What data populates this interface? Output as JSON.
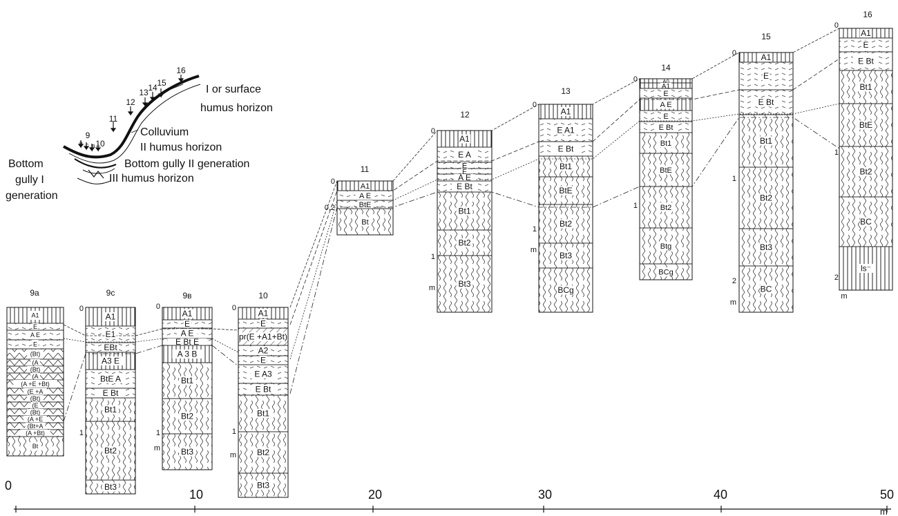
{
  "inset": {
    "profile_numbers": [
      "9",
      "10",
      "11",
      "12",
      "13",
      "14",
      "15",
      "16"
    ],
    "sub_marks": [
      "a",
      "c",
      "в"
    ],
    "labels": {
      "surface_1": "I or surface",
      "surface_2": "humus horizon",
      "colluvium": "Colluvium",
      "humus_2": "II humus horizon",
      "gully_2": "Bottom gully II generation",
      "humus_3": "III humus horizon",
      "gully_1a": "Bottom",
      "gully_1b": "gully I",
      "gully_1c": "generation"
    }
  },
  "x_axis": {
    "ticks": [
      "0",
      "10",
      "20",
      "30",
      "40",
      "50"
    ],
    "unit": "m"
  },
  "profiles": [
    {
      "title": "9a",
      "depth_labels": [],
      "horizons": [
        "A1",
        "E",
        "A  E",
        "E",
        "(Bt)",
        "(A",
        "(Bt)",
        "(A",
        "(A  +E  +Bt)",
        "(E  +A",
        "(Bt)",
        "(E",
        "(Bt)",
        "(A  +E",
        "(Bt+A",
        "(A  +Bt)",
        "Bt"
      ]
    },
    {
      "title": "9c",
      "depth_labels": [
        "0",
        "1"
      ],
      "horizons": [
        "A1",
        "E1",
        "EBt",
        "A3  E",
        "BtE  A",
        "E  Bt",
        "Bt1",
        "Bt2",
        "Bt3"
      ]
    },
    {
      "title": "9в",
      "depth_labels": [
        "0",
        "1",
        "m"
      ],
      "horizons": [
        "A1",
        "E",
        "A  E",
        "E  Bt  E",
        "A 3  B",
        "Bt1",
        "Bt2",
        "Bt3"
      ]
    },
    {
      "title": "10",
      "depth_labels": [
        "0",
        "1",
        "m"
      ],
      "horizons": [
        "A1",
        "E",
        "pr(E  +A1+Bt)",
        "A2",
        "E",
        "E  A3",
        "E  Bt",
        "Bt1",
        "Bt2",
        "Bt3"
      ]
    },
    {
      "title": "11",
      "depth_labels": [
        "0",
        "0,2"
      ],
      "horizons": [
        "A1",
        "A  E",
        "BtE",
        "Bt"
      ]
    },
    {
      "title": "12",
      "depth_labels": [
        "0",
        "1",
        "m"
      ],
      "horizons": [
        "A1",
        "E  A",
        "E",
        "E",
        "A  E",
        "E  Bt",
        "Bt1",
        "Bt2",
        "Bt3"
      ]
    },
    {
      "title": "13",
      "depth_labels": [
        "0",
        "1",
        "m"
      ],
      "horizons": [
        "A1",
        "E  A1",
        "E  Bt",
        "Bt1",
        "BtE",
        "Bt2",
        "Bt3",
        "BCg"
      ]
    },
    {
      "title": "14",
      "depth_labels": [
        "0",
        "1"
      ],
      "horizons": [
        "A0",
        "A1",
        "E",
        "A  E",
        "E",
        "E  Bt",
        "Bt1",
        "BtE",
        "Bt2",
        "Btg",
        "BCg"
      ]
    },
    {
      "title": "15",
      "depth_labels": [
        "0",
        "1",
        "2",
        "m"
      ],
      "horizons": [
        "A1",
        "E",
        "E  Bt",
        "Bt1",
        "Bt2",
        "Bt3",
        "BC"
      ]
    },
    {
      "title": "16",
      "depth_labels": [
        "0",
        "1",
        "2",
        "m"
      ],
      "horizons": [
        "A1",
        "E",
        "E  Bt",
        "Bt1",
        "BtE",
        "Bt2",
        "BC",
        "ls⁻"
      ]
    }
  ]
}
